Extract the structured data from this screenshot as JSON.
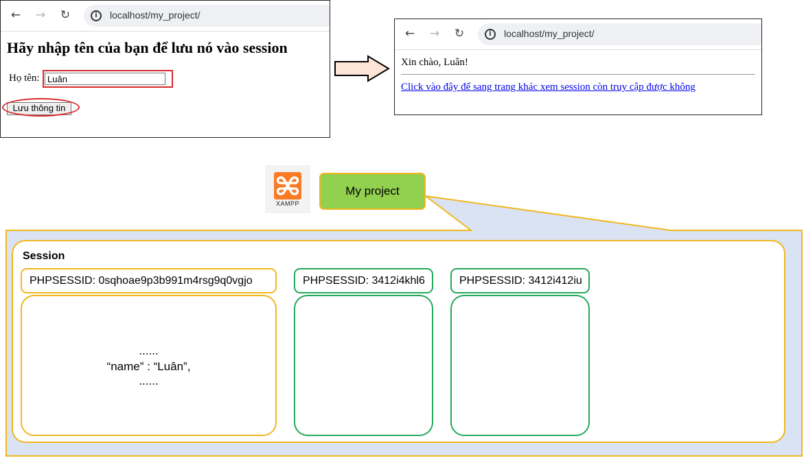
{
  "colors": {
    "annotation_red": "#d9262a",
    "project_fill": "#92d050",
    "outline_gold": "#f2b61e",
    "outline_green": "#23a85a",
    "callout_fill": "#dae3f3",
    "arrow_fill": "#fce4d6",
    "link_blue": "#0000ee"
  },
  "browser_left": {
    "url": "localhost/my_project/",
    "heading": "Hãy nhập tên của bạn để lưu nó vào session",
    "name_label": "Họ tên:",
    "name_value": "Luân",
    "submit_label": "Lưu thông tin",
    "icons": [
      "back-icon",
      "forward-icon",
      "reload-icon",
      "info-icon"
    ]
  },
  "browser_right": {
    "url": "localhost/my_project/",
    "greeting": "Xin chào, Luân!",
    "link_text": "Click vào đây để sang trang khác xem session còn truy cập được không"
  },
  "diagram": {
    "xampp_label": "XAMPP",
    "project_label": "My project",
    "session_title": "Session",
    "sessions": [
      {
        "id_label": "PHPSESSID: 0sqhoae9p3b991m4rsg9q0vgjo",
        "content_top": "......",
        "content_main": "“name” : “Luân”,",
        "content_bottom": "......"
      },
      {
        "id_label": "PHPSESSID: 3412i4khl6"
      },
      {
        "id_label": "PHPSESSID: 3412i412iu"
      }
    ]
  }
}
